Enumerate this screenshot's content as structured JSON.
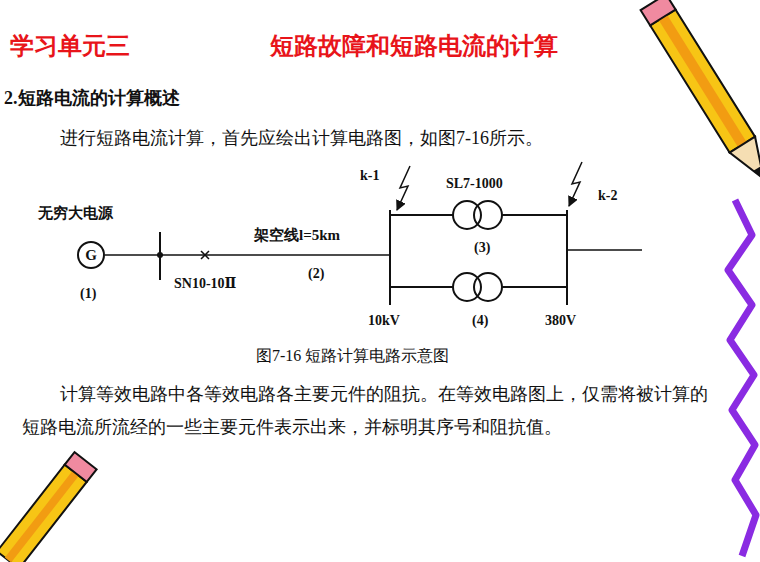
{
  "diagram": {
    "title": "短路故障和短路电流的计算",
    "caption": "图7-16 短路计算电路示意图",
    "nodes": [
      {
        "text": [
          "G"
        ]
      }
    ],
    "labels": [
      "学习单元三",
      "2.短路电流的计算概述",
      "进行短路电流计算，首先应绘出计算电路图，如图7-16所示。",
      "k-1",
      "SL7-1000",
      "k-2",
      "无穷大电源",
      "架空线l=5km",
      "(3)",
      "(2)",
      "(1)",
      "SN10-10Ⅱ",
      "10kV",
      "(4)",
      "380V",
      "计算等效电路中各等效电路各主要元件的阻抗。在等效电路图上，仅需将被计算的短路电流所流经的一些主要元件表示出来，并标明其序号和阻抗值。"
    ]
  }
}
